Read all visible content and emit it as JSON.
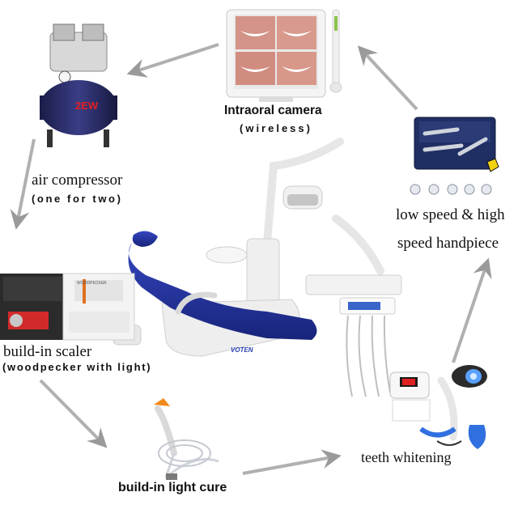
{
  "labels": {
    "camera_title": "Intraoral camera",
    "camera_sub": "(wireless)",
    "compressor_title": "air compressor",
    "compressor_sub": "(one for two)",
    "compressor_badge": "2EW",
    "handpiece_line1": "low speed & high",
    "handpiece_line2": "speed handpiece",
    "scaler_title": "build-in scaler",
    "scaler_sub": "(woodpecker with light)",
    "scaler_brand": "WOODPECKER",
    "light_cure": "build-in light cure",
    "whitening": "teeth whitening",
    "chair_brand": "VOTEN"
  },
  "colors": {
    "chair_blue": "#1e2f9a",
    "compressor_navy": "#26285e",
    "badge_red": "#e02020",
    "whitening_blue": "#2f6fe0",
    "cure_orange": "#f08a1a",
    "arrow_gray": "#a8a8a8"
  }
}
